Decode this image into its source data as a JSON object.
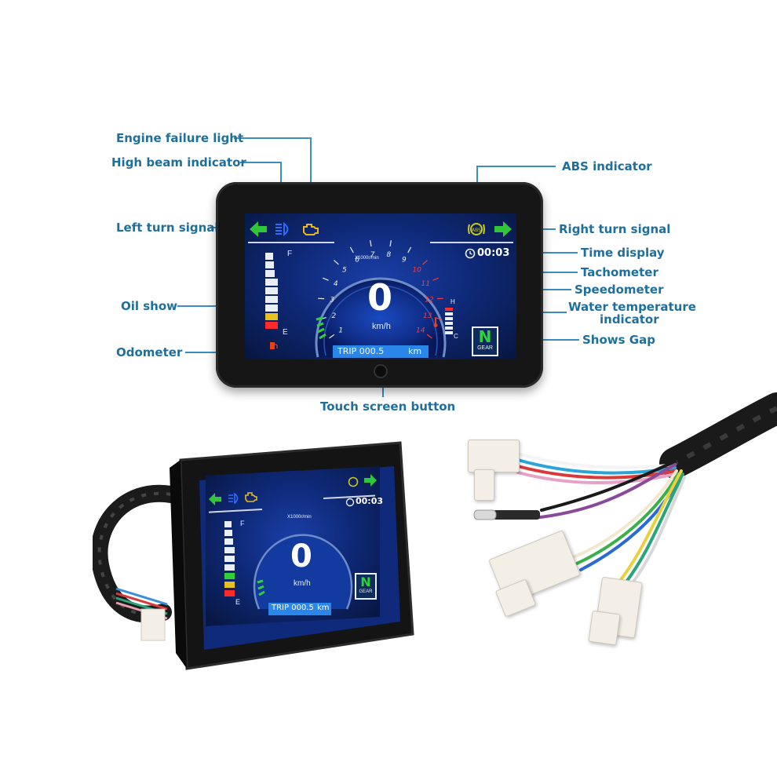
{
  "labels": {
    "engine_failure": "Engine failure light",
    "high_beam": "High beam indicator",
    "abs": "ABS indicator",
    "left_turn": "Left turn signal",
    "right_turn": "Right turn signal",
    "time_display": "Time display",
    "tachometer": "Tachometer",
    "speedometer": "Speedometer",
    "water_temp_line1": "Water temperature",
    "water_temp_line2": "indicator",
    "oil_show": "Oil show",
    "odometer": "Odometer",
    "shows_gap": "Shows Gap",
    "touch_button": "Touch screen button"
  },
  "dashboard": {
    "speed": "0",
    "speed_unit": "km/h",
    "rpm_unit": "X1000r/min",
    "clock": "00:03",
    "trip_label": "TRIP 000.5",
    "trip_unit": "km",
    "gear": "N",
    "gear_label": "GEAR",
    "fuel_full": "F",
    "fuel_empty": "E",
    "temp_hot": "H",
    "temp_cold": "C",
    "rpm_ticks": [
      "1",
      "2",
      "3",
      "4",
      "5",
      "6",
      "7",
      "8",
      "9",
      "10",
      "11",
      "12",
      "13",
      "14"
    ]
  },
  "colors": {
    "callout_text": "#1f6f9c",
    "callout_line": "#3a8fc0",
    "turn_signal": "#31c53c",
    "high_beam": "#2f6bff",
    "engine_light": "#e8b820",
    "abs_light": "#c8c820",
    "trip_bar": "#2a86e8"
  },
  "icons": [
    "left-arrow-icon",
    "high-beam-icon",
    "engine-icon",
    "abs-icon",
    "right-arrow-icon",
    "clock-icon",
    "fuel-pump-icon",
    "thermometer-icon"
  ]
}
